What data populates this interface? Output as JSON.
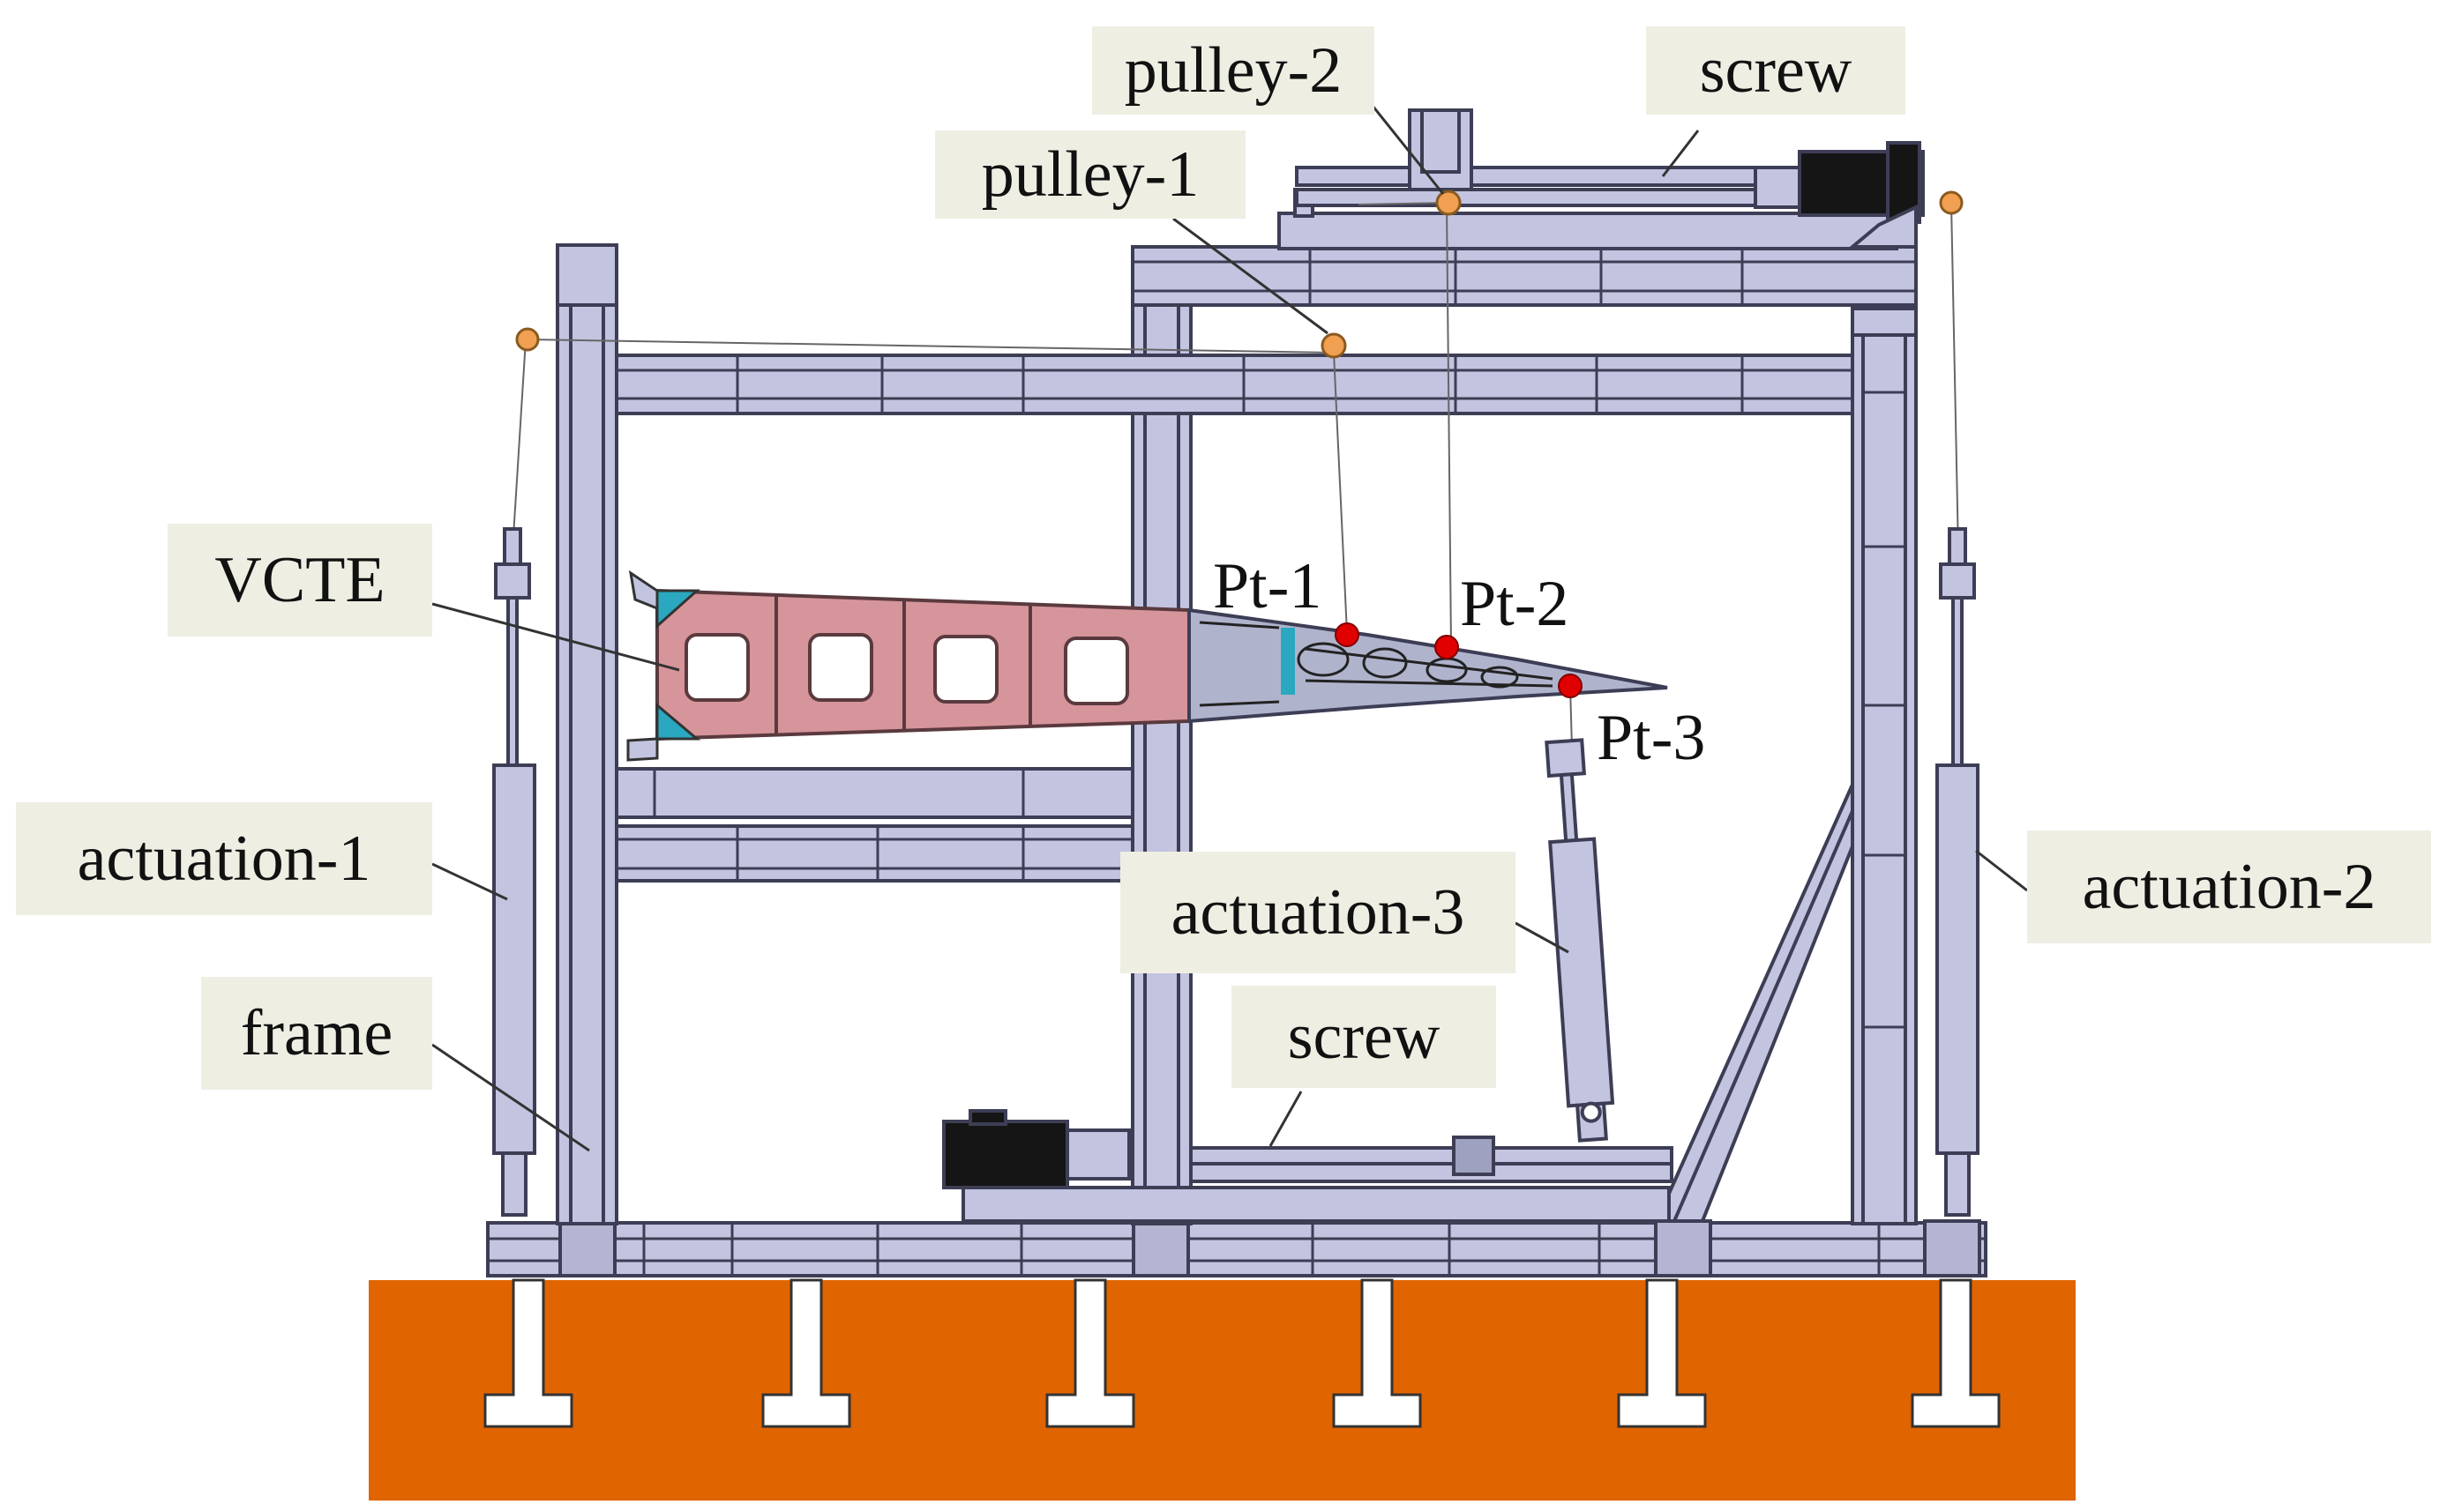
{
  "labels": {
    "pulley_2": "pulley-2",
    "screw_top": "screw",
    "pulley_1": "pulley-1",
    "vcte": "VCTE",
    "actuation_1": "actuation-1",
    "frame": "frame",
    "actuation_3": "actuation-3",
    "screw_bottom": "screw",
    "actuation_2": "actuation-2"
  },
  "points": {
    "pt1": "Pt-1",
    "pt2": "Pt-2",
    "pt3": "Pt-3"
  },
  "colors": {
    "frame_fill": "#c3c4e0",
    "frame_stroke": "#3d3e55",
    "ground": "#e06400",
    "foot": "#ffffff",
    "wing_box": "#d6949b",
    "wing_box_stroke": "#5a3a3e",
    "trailing_edge": "#b0b3cc",
    "cyan_mount": "#2aa8c0",
    "pulley": "#f0a050",
    "point_marker": "#e00000",
    "label_bg": "#efeee3",
    "motor": "#151515"
  }
}
